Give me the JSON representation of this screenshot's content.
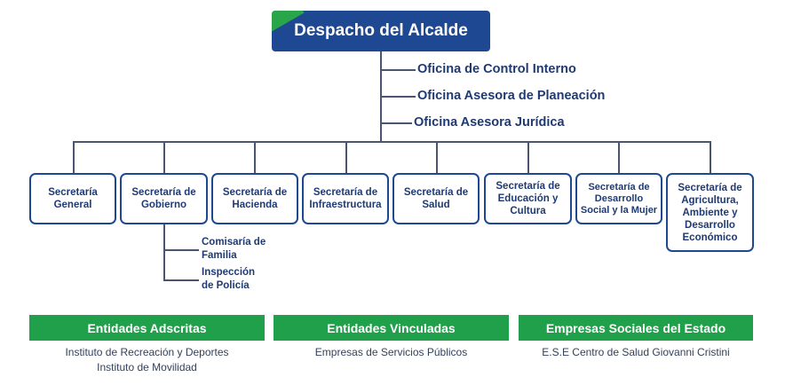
{
  "top": {
    "title": "Despacho del Alcalde"
  },
  "offices": [
    "Oficina de Control Interno",
    "Oficina Asesora de Planeación",
    "Oficina Asesora Jurídica"
  ],
  "secretarias": [
    {
      "line1": "Secretaría",
      "line2": "General",
      "line3": "",
      "line4": "",
      "line5": ""
    },
    {
      "line1": "Secretaría de",
      "line2": "Gobierno",
      "line3": "",
      "line4": "",
      "line5": ""
    },
    {
      "line1": "Secretaría de",
      "line2": "Hacienda",
      "line3": "",
      "line4": "",
      "line5": ""
    },
    {
      "line1": "Secretaría de",
      "line2": "Infraestructura",
      "line3": "",
      "line4": "",
      "line5": ""
    },
    {
      "line1": "Secretaría de",
      "line2": "Salud",
      "line3": "",
      "line4": "",
      "line5": ""
    },
    {
      "line1": "Secretaría de",
      "line2": "Educación y",
      "line3": "Cultura",
      "line4": "",
      "line5": ""
    },
    {
      "line1": "Secretaría de",
      "line2": "Desarrollo",
      "line3": "Social y la Mujer",
      "line4": "",
      "line5": ""
    },
    {
      "line1": "Secretaría de",
      "line2": "Agricultura,",
      "line3": "Ambiente y",
      "line4": "Desarrollo",
      "line5": "Económico"
    }
  ],
  "gobierno_sub": [
    {
      "line1": "Comisaría de",
      "line2": "Familia"
    },
    {
      "line1": "Inspección",
      "line2": "de Policía"
    }
  ],
  "groups": [
    {
      "title": "Entidades Adscritas",
      "items": [
        "Instituto de Recreación y Deportes",
        "Instituto de Movilidad"
      ]
    },
    {
      "title": "Entidades Vinculadas",
      "items": [
        "Empresas de Servicios Públicos"
      ]
    },
    {
      "title": "Empresas Sociales del Estado",
      "items": [
        "E.S.E Centro de Salud Giovanni Cristini"
      ]
    }
  ],
  "colors": {
    "navy": "#1f4892",
    "green": "#20a04a",
    "text": "#1f3a73"
  }
}
